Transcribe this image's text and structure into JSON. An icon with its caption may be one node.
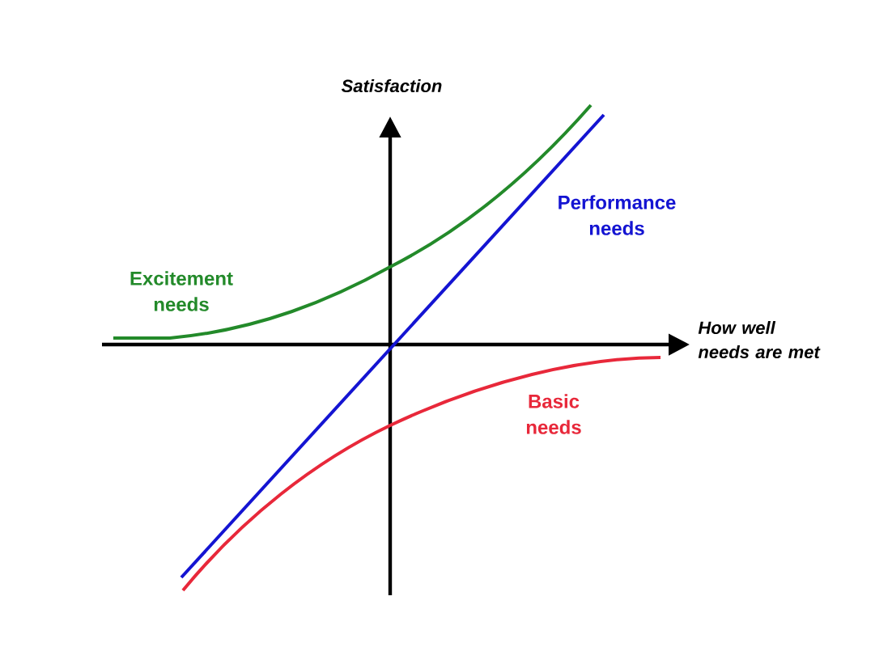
{
  "diagram": {
    "labels": [
      "Satisfaction",
      "Excitement needs",
      "Performance needs",
      "How well needs are met",
      "Basic needs"
    ]
  }
}
